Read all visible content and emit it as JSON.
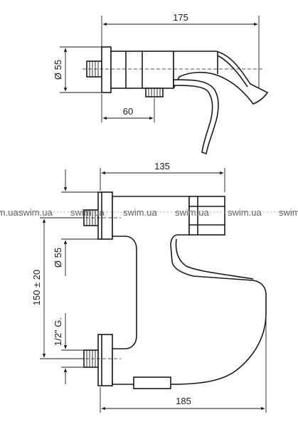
{
  "top_view": {
    "dim_width": "175",
    "dim_diameter": "Ø 55",
    "dim_offset": "60"
  },
  "side_view": {
    "dim_top": "135",
    "dim_height": "150 ± 20",
    "dim_diameter": "Ø 55",
    "dim_thread": "1/2\" G.",
    "dim_bottom": "185"
  },
  "watermarks": [
    "swim.ua",
    "swim.ua",
    "swim.ua",
    "swim.ua",
    "swim.ua",
    "swim.ua"
  ]
}
